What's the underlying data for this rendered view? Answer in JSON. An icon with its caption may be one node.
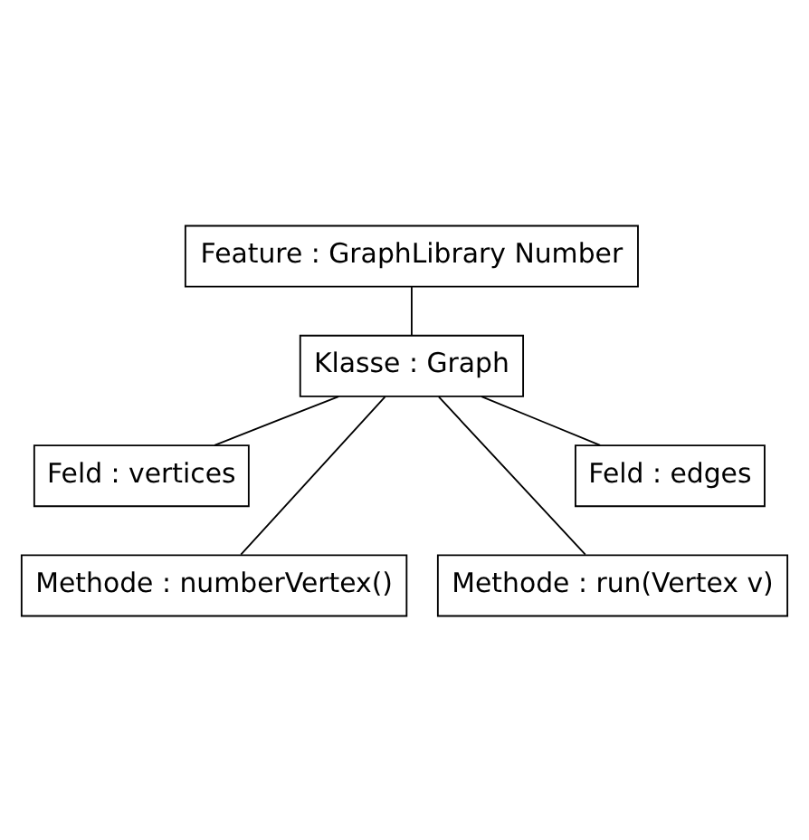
{
  "diagram": {
    "nodes": [
      {
        "text": [
          "Feature : GraphLibrary Number"
        ]
      },
      {
        "text": [
          "Klasse : Graph"
        ]
      },
      {
        "text": [
          "Feld : vertices"
        ]
      },
      {
        "text": [
          "Feld : edges"
        ]
      },
      {
        "text": [
          "Methode : numberVertex()"
        ]
      },
      {
        "text": [
          "Methode : run(Vertex v)"
        ]
      }
    ],
    "edges": [
      {
        "from": 0,
        "to": 1,
        "arrow": "none"
      },
      {
        "from": 1,
        "to": 2,
        "arrow": "none"
      },
      {
        "from": 1,
        "to": 4,
        "arrow": "none"
      },
      {
        "from": 1,
        "to": 5,
        "arrow": "none"
      },
      {
        "from": 1,
        "to": 3,
        "arrow": "none"
      }
    ]
  }
}
